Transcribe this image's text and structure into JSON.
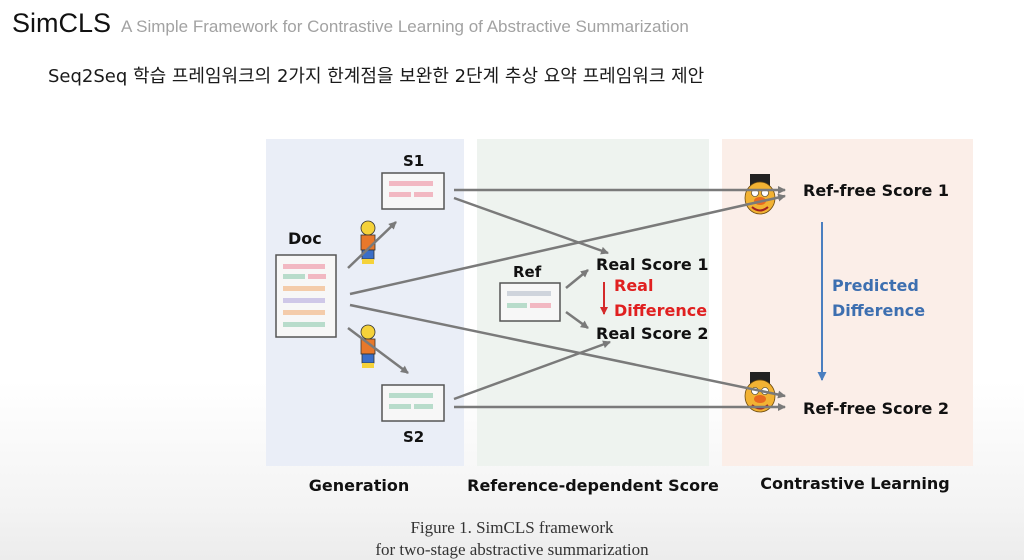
{
  "title": {
    "main": "SimCLS",
    "sub": "A Simple Framework for Contrastive Learning of Abstractive Summarization"
  },
  "subtitle": "Seq2Seq 학습 프레임워크의 2가지 한계점을 보완한 2단계 추상 요약 프레임워크 제안",
  "diagram": {
    "doc_label": "Doc",
    "s1_label": "S1",
    "s2_label": "S2",
    "ref_label": "Ref",
    "real_score_1": "Real Score 1",
    "real_score_2": "Real Score 2",
    "real_difference_1": "Real",
    "real_difference_2": "Difference",
    "ref_free_score_1": "Ref-free Score 1",
    "ref_free_score_2": "Ref-free Score 2",
    "predicted_difference_1": "Predicted",
    "predicted_difference_2": "Difference",
    "stage_generation": "Generation",
    "stage_reference": "Reference-dependent Score",
    "stage_contrastive": "Contrastive Learning",
    "colors": {
      "red_text": "#e02020",
      "blue_text": "#3d6fb0",
      "generation_bg": "#eaeef7",
      "reference_bg": "#eef3ef",
      "contrastive_bg": "#fbeee8"
    }
  },
  "caption": {
    "line1": "Figure 1. SimCLS framework",
    "line2": "for two-stage abstractive summarization"
  }
}
